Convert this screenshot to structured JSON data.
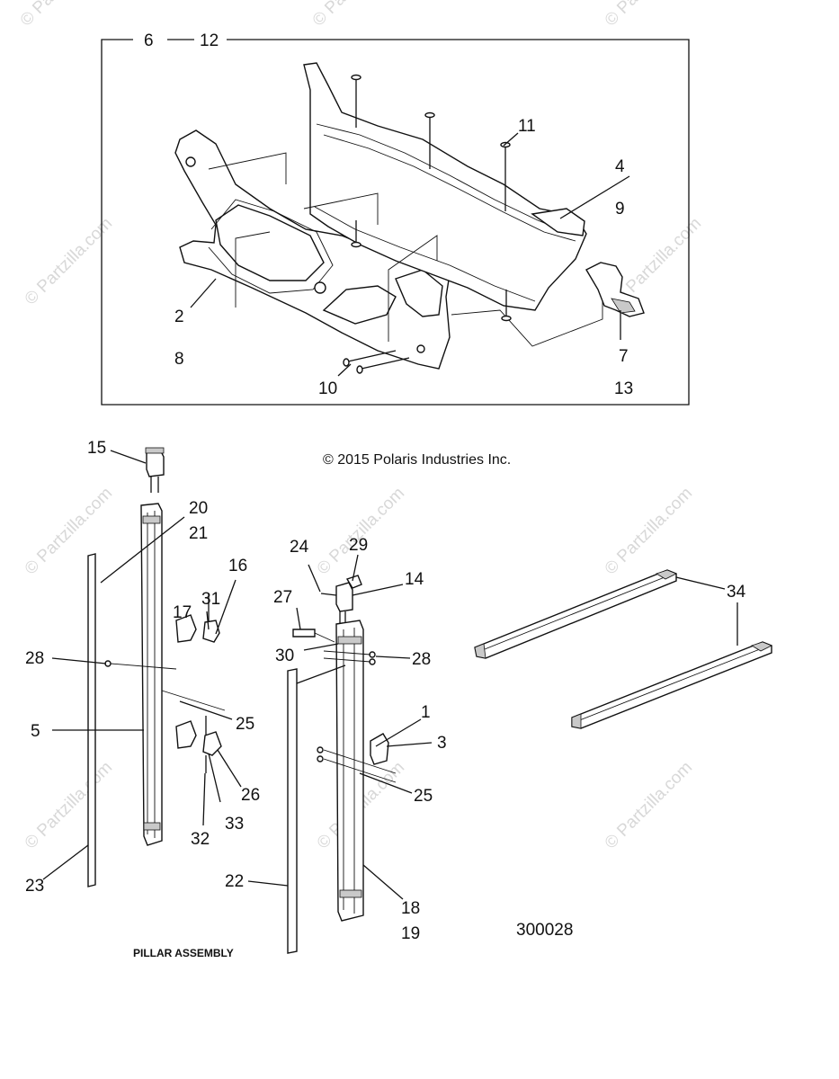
{
  "header": {
    "range_start": "6",
    "range_end": "12"
  },
  "copyright": "© 2015 Polaris Industries Inc.",
  "diagram_id": "300028",
  "caption": "PILLAR ASSEMBLY",
  "watermark": "© Partzilla.com",
  "callouts": {
    "c1": "1",
    "c2": "2",
    "c3": "3",
    "c4": "4",
    "c5": "5",
    "c7": "7",
    "c8": "8",
    "c9": "9",
    "c10": "10",
    "c11": "11",
    "c13": "13",
    "c14": "14",
    "c15": "15",
    "c16": "16",
    "c17": "17",
    "c18": "18",
    "c19": "19",
    "c20": "20",
    "c21": "21",
    "c22": "22",
    "c23": "23",
    "c24": "24",
    "c25a": "25",
    "c25b": "25",
    "c26": "26",
    "c27": "27",
    "c28a": "28",
    "c28b": "28",
    "c29": "29",
    "c30": "30",
    "c31": "31",
    "c32": "32",
    "c33": "33",
    "c34": "34"
  }
}
